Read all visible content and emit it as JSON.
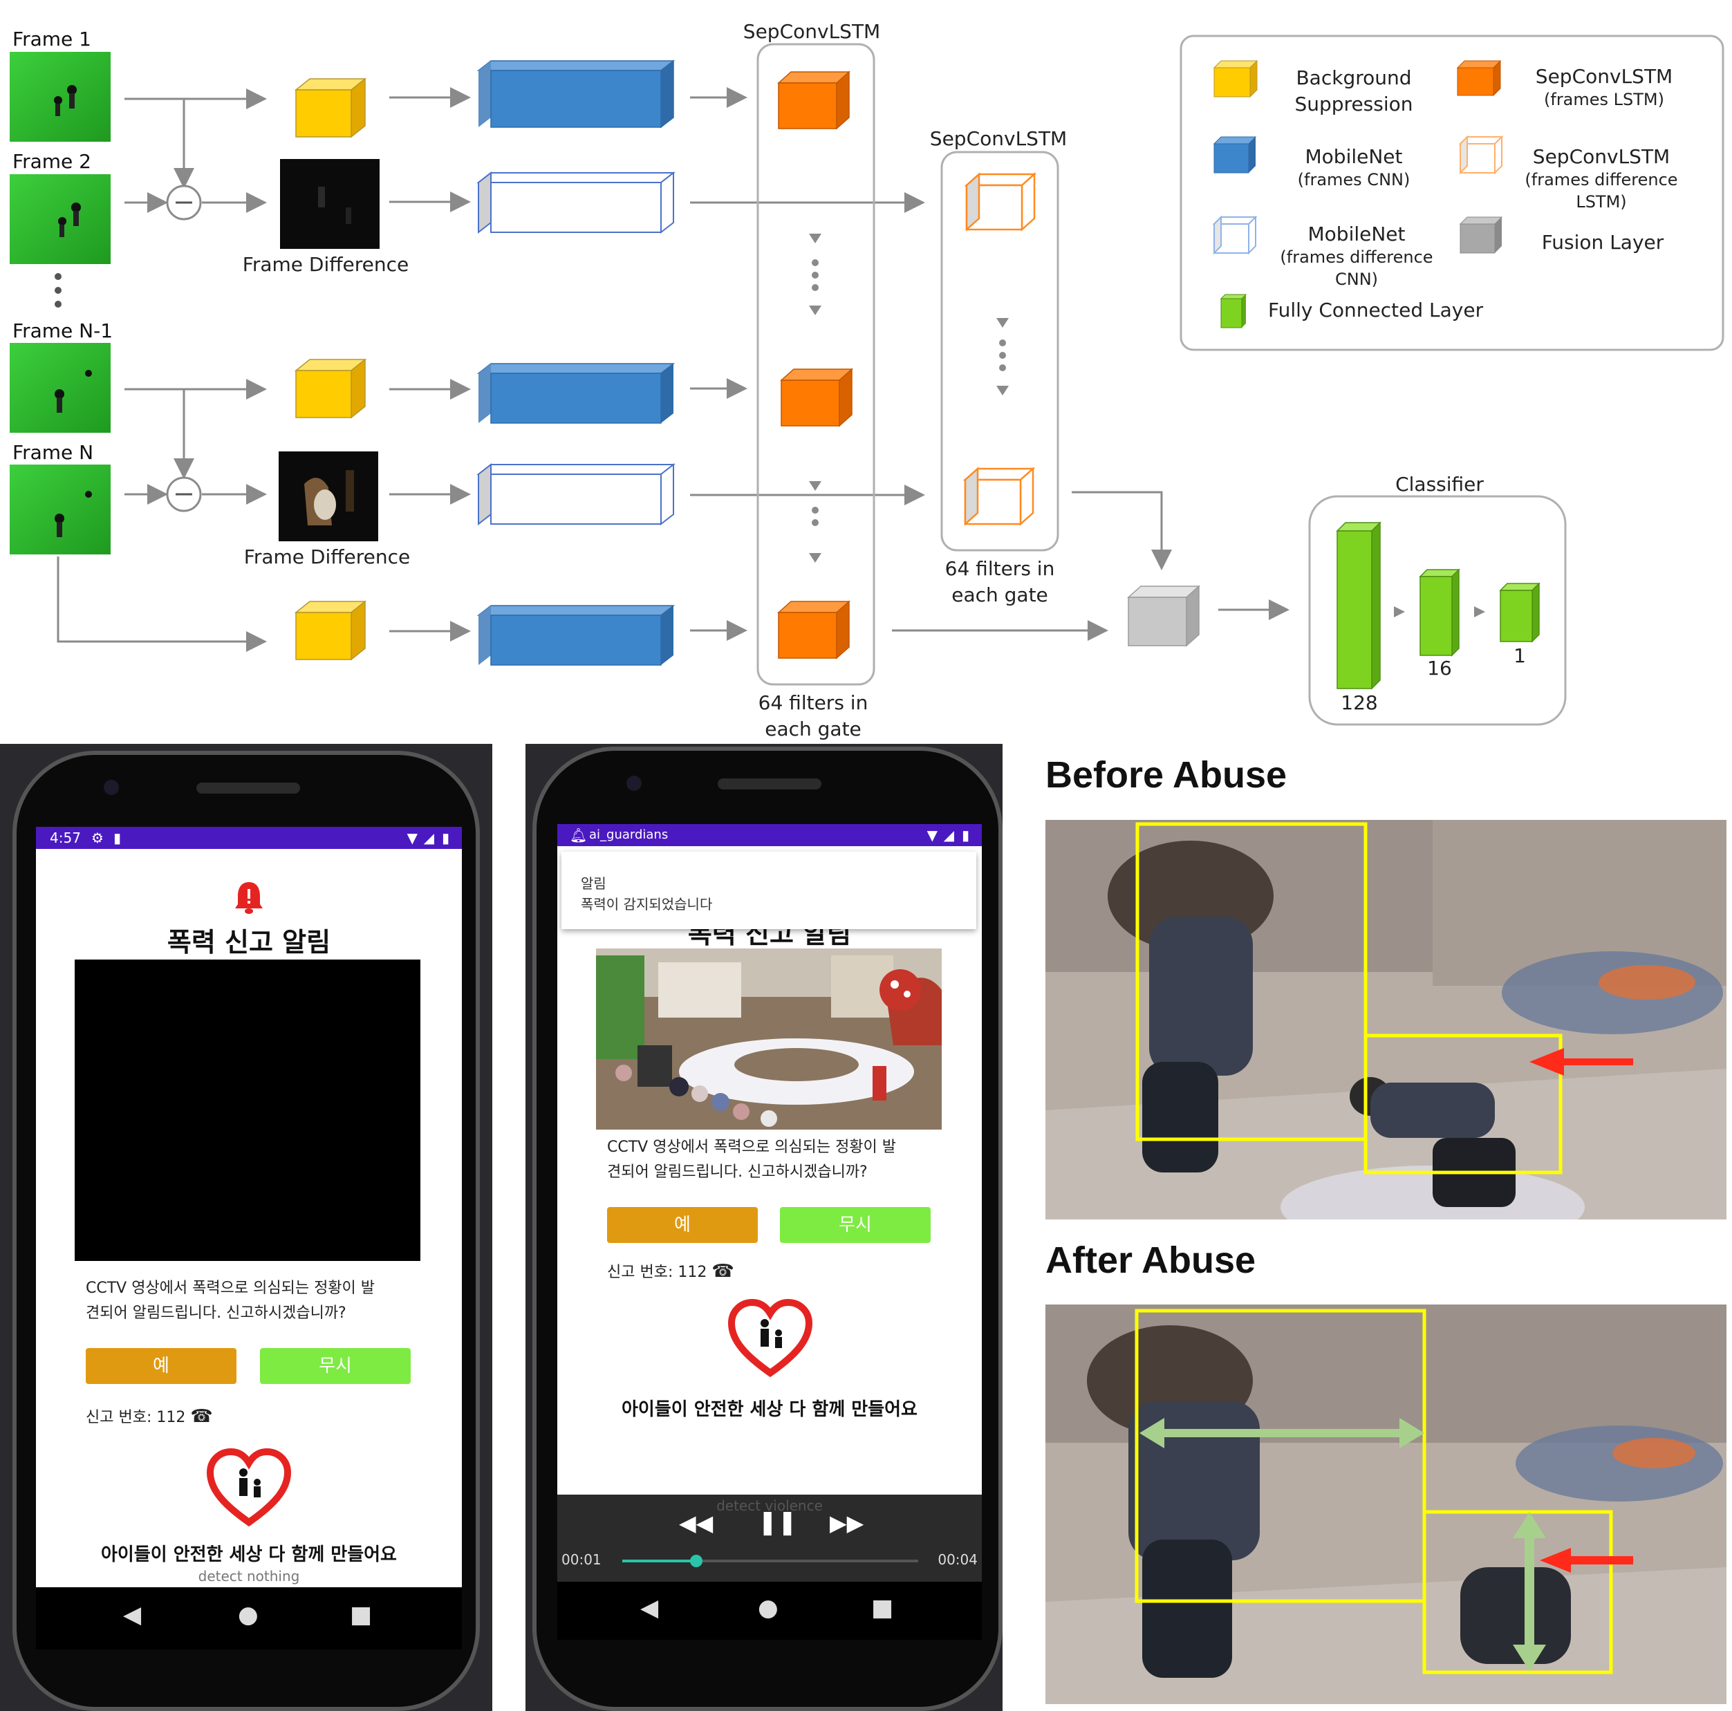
{
  "diagram": {
    "frames": [
      "Frame 1",
      "Frame 2",
      "Frame N-1",
      "Frame N"
    ],
    "frame_difference_label": "Frame Difference",
    "lstm_title": "SepConvLSTM",
    "filters_caption_line1": "64 filters in",
    "filters_caption_line2": "each gate",
    "classifier_title": "Classifier",
    "classifier_units": [
      "128",
      "16",
      "1"
    ],
    "legend": {
      "background_suppression_1": "Background",
      "background_suppression_2": "Suppression",
      "sepconvlstm_frames_1": "SepConvLSTM",
      "sepconvlstm_frames_2": "(frames LSTM)",
      "mobilenet_frames_1": "MobileNet",
      "mobilenet_frames_2": "(frames CNN)",
      "sepconvlstm_diff_1": "SepConvLSTM",
      "sepconvlstm_diff_2": "(frames difference",
      "sepconvlstm_diff_3": "LSTM)",
      "mobilenet_diff_1": "MobileNet",
      "mobilenet_diff_2": "(frames difference",
      "mobilenet_diff_3": "CNN)",
      "fusion_layer": "Fusion Layer",
      "fully_connected": "Fully Connected Layer"
    },
    "colors": {
      "background_suppression": "#FFCC00",
      "mobilenet": "#3D86CC",
      "sepconvlstm": "#FF7A00",
      "fusion": "#C8C8C8",
      "fully_connected": "#7ED321",
      "frame_green": "#2DB82D"
    }
  },
  "phone1": {
    "time": "4:57",
    "title": "폭력 신고 알림",
    "description_line1": "CCTV 영상에서 폭력으로 의심되는 정황이 발",
    "description_line2": "견되어 알림드립니다. 신고하시겠습니까?",
    "yes_button": "예",
    "ignore_button": "무시",
    "report_number": "신고 번호: 112",
    "slogan": "아이들이 안전한 세상 다 함께 만들어요",
    "detect_status": "detect nothing"
  },
  "phone2": {
    "app_name": "ai_guardians",
    "notification_title": "알림",
    "notification_text": "폭력이 감지되었습니다",
    "title": "폭력 신고 알림",
    "description_line1": "CCTV 영상에서 폭력으로 의심되는 정황이 발",
    "description_line2": "견되어 알림드립니다. 신고하시겠습니까?",
    "yes_button": "예",
    "ignore_button": "무시",
    "report_number": "신고 번호: 112",
    "slogan": "아이들이 안전한 세상 다 함께 만들어요",
    "detect_status": "detect violence",
    "current_time": "00:01",
    "total_time": "00:04",
    "progress": 0.25
  },
  "abuse": {
    "before_title": "Before Abuse",
    "after_title": "After Abuse"
  },
  "colors": {
    "status_bar": "#4B19C0",
    "yes_button": "#E09A12",
    "ignore_button": "#7EEB42",
    "alert_red": "#E52421",
    "progress_teal": "#2BC4A8",
    "box_yellow": "#FFFF00",
    "arrow_green": "#A8D08D",
    "arrow_red": "#FF2A1A"
  }
}
